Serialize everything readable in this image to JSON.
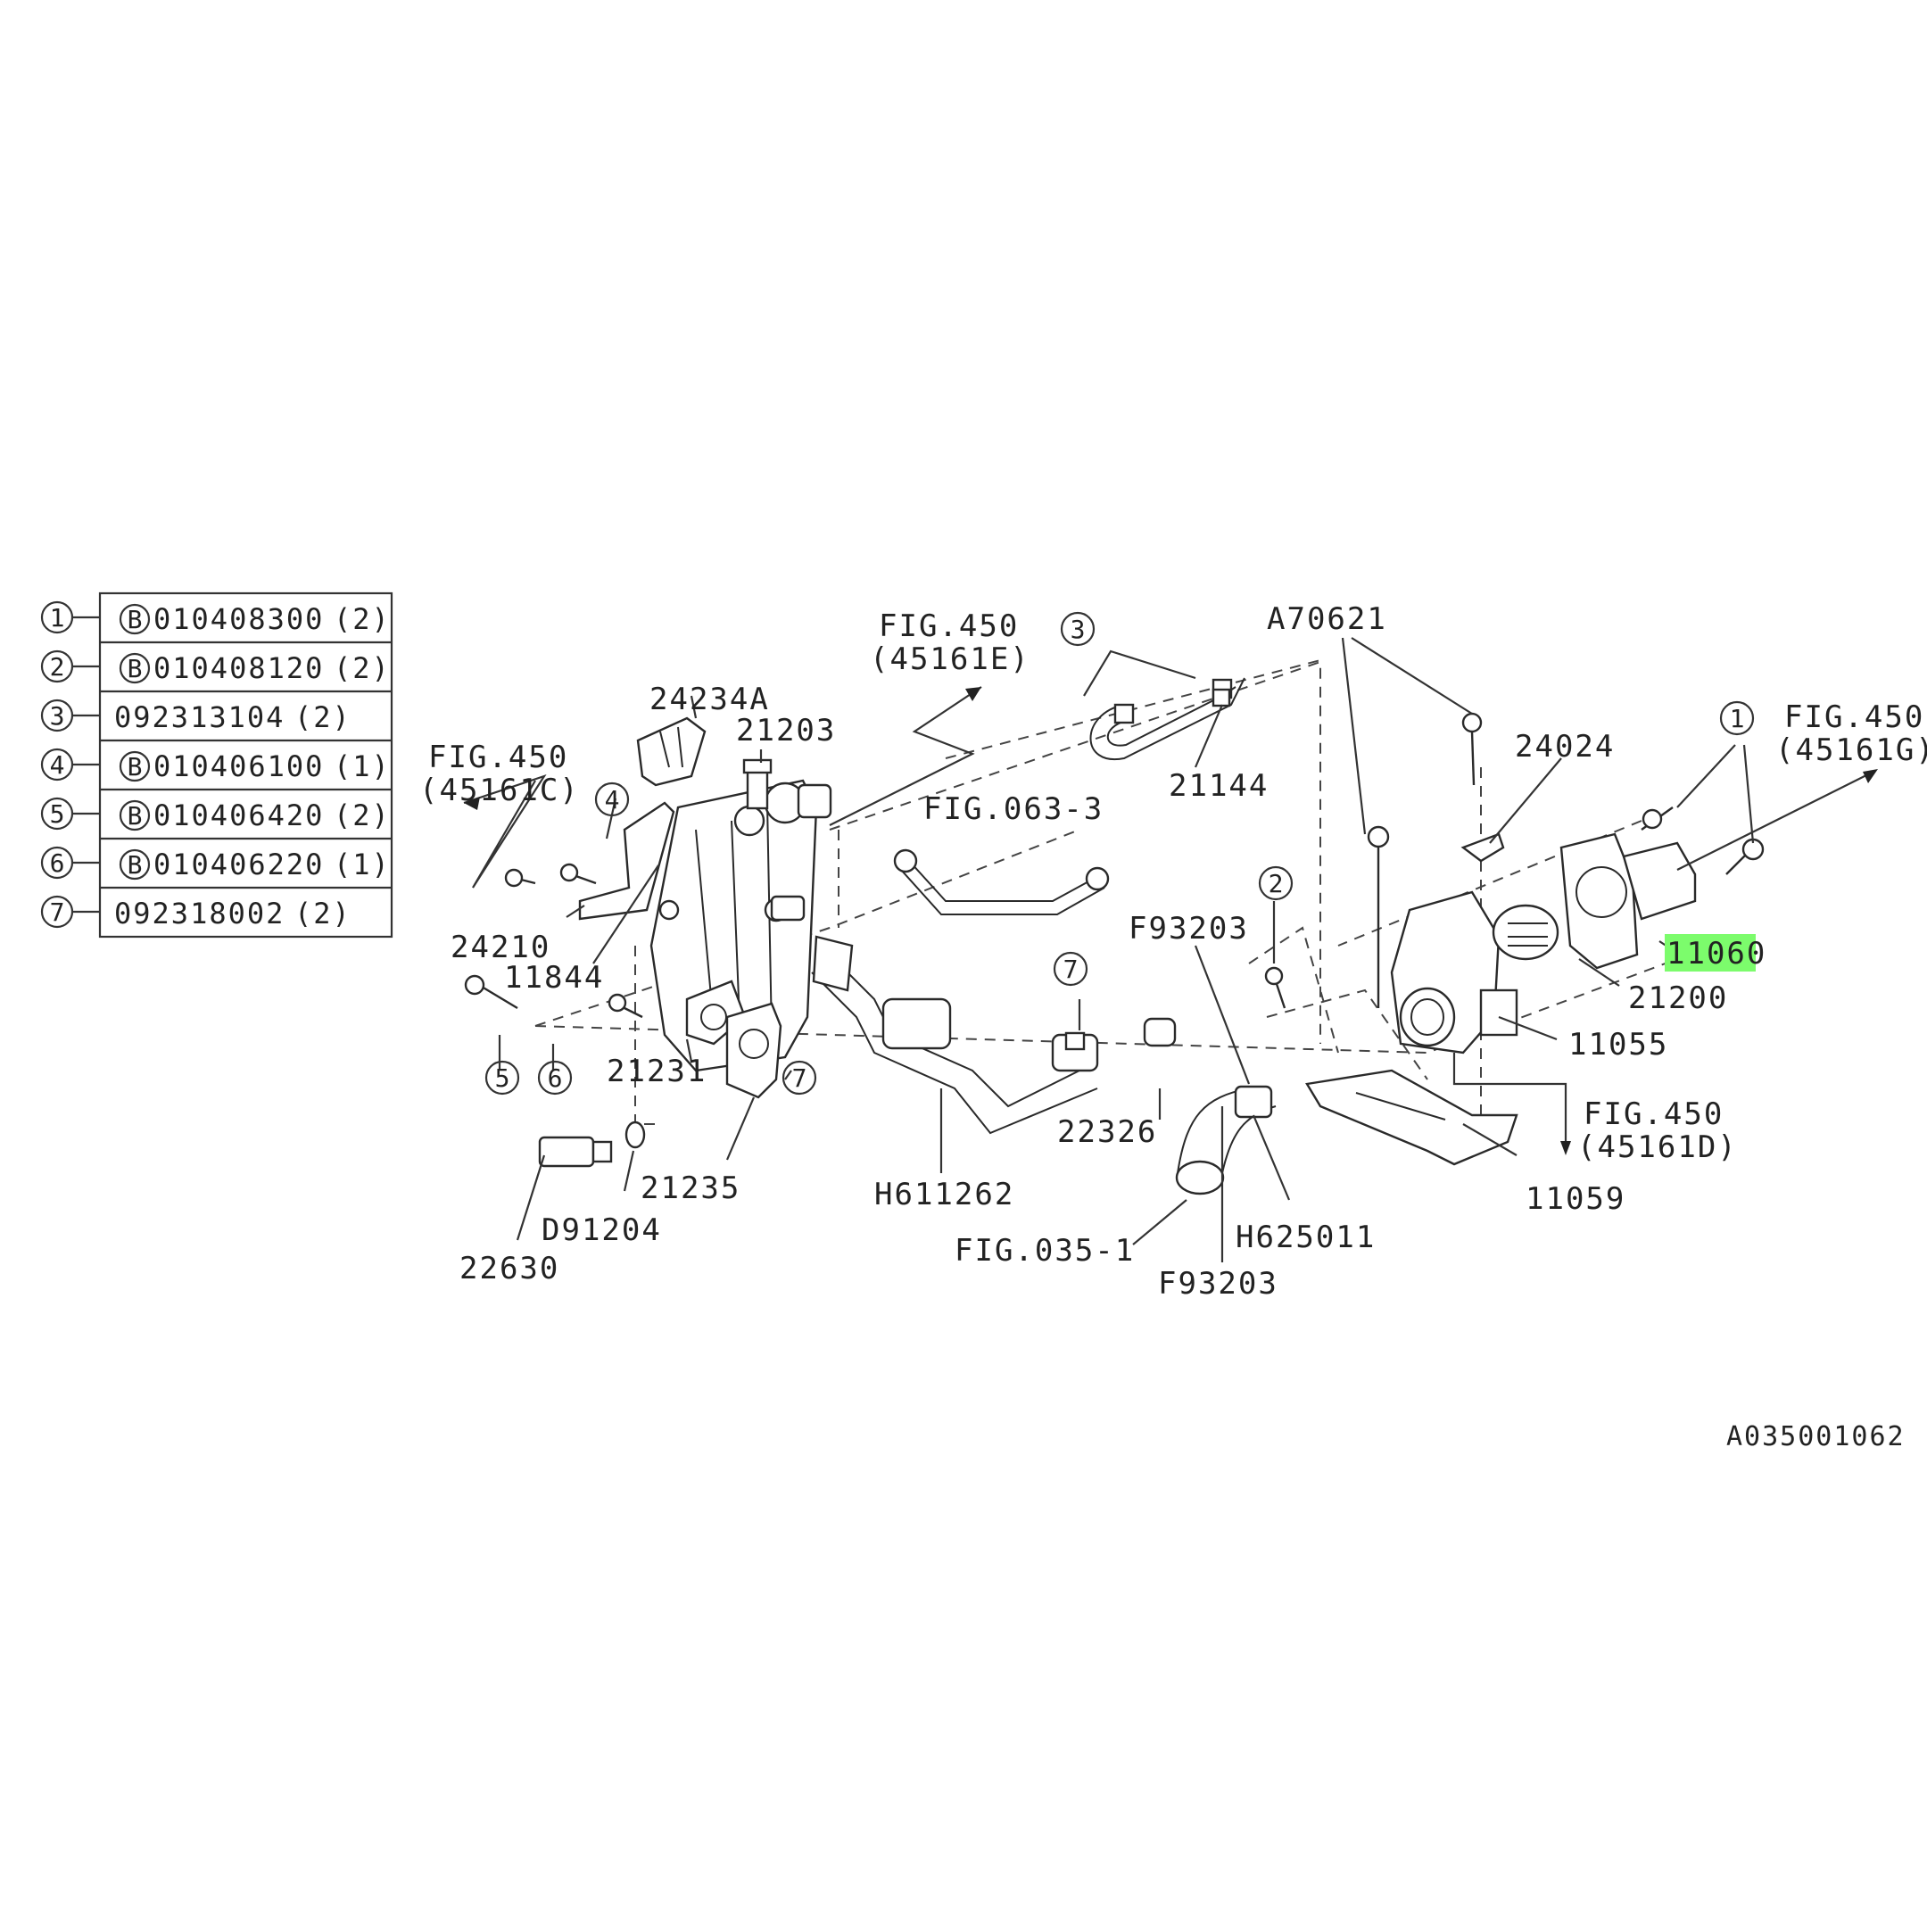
{
  "legend": {
    "rows": [
      {
        "num": "1",
        "b": true,
        "code": "010408300",
        "qty": "(2)"
      },
      {
        "num": "2",
        "b": true,
        "code": "010408120",
        "qty": "(2)"
      },
      {
        "num": "3",
        "b": false,
        "code": "092313104",
        "qty": "(2)"
      },
      {
        "num": "4",
        "b": true,
        "code": "010406100",
        "qty": "(1)"
      },
      {
        "num": "5",
        "b": true,
        "code": "010406420",
        "qty": "(2)"
      },
      {
        "num": "6",
        "b": true,
        "code": "010406220",
        "qty": "(1)"
      },
      {
        "num": "7",
        "b": false,
        "code": "092318002",
        "qty": "(2)"
      }
    ]
  },
  "labels": {
    "fig450_e_a": "FIG.450",
    "fig450_e_b": "(45161E)",
    "fig450_c_a": "FIG.450",
    "fig450_c_b": "(45161C)",
    "fig450_g_a": "FIG.450",
    "fig450_g_b": "(45161G)",
    "fig450_d_a": "FIG.450",
    "fig450_d_b": "(45161D)",
    "fig063": "FIG.063-3",
    "fig035": "FIG.035-1",
    "p24234A": "24234A",
    "p21203": "21203",
    "p24210": "24210",
    "p11844": "11844",
    "p21231": "21231",
    "p21235": "21235",
    "p22630": "22630",
    "pD91204": "D91204",
    "pH611262": "H611262",
    "p21144": "21144",
    "pA70621": "A70621",
    "p24024": "24024",
    "pF93203_top": "F93203",
    "pF93203_bot": "F93203",
    "p22326": "22326",
    "pH625011": "H625011",
    "p11060": "11060",
    "p21200": "21200",
    "p11055": "11055",
    "p11059": "11059",
    "c1": "1",
    "c2": "2",
    "c3": "3",
    "c4": "4",
    "c5": "5",
    "c6": "6",
    "c7a": "7",
    "c7b": "7",
    "c1r": "1",
    "b_mark": "B",
    "drawing_no": "A035001062"
  },
  "highlight_color": "#7cfc6c"
}
